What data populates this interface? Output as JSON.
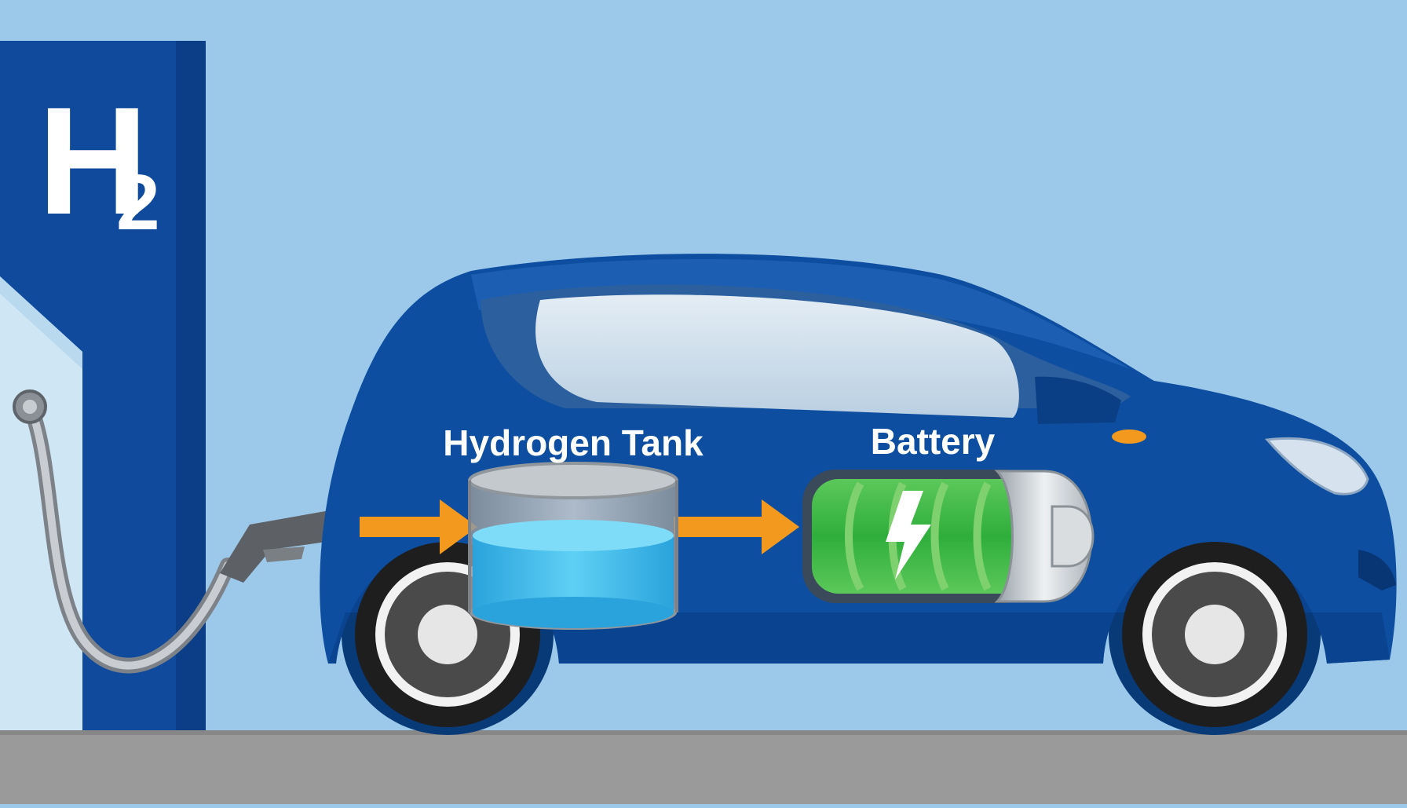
{
  "station": {
    "symbol": "H",
    "subscript": "2"
  },
  "labels": {
    "tank": "Hydrogen Tank",
    "battery": "Battery"
  },
  "colors": {
    "sky": "#9cc8ea",
    "ground": "#9a9a9a",
    "station_blue": "#0f4a9c",
    "car_blue": "#0d4ea0",
    "arrow_orange": "#f39a1e",
    "battery_green": "#4cb848",
    "hydrogen_liquid": "#34b6ea"
  },
  "icons": [
    "fuel-nozzle-icon",
    "lightning-bolt-icon",
    "flow-arrow-icon"
  ]
}
